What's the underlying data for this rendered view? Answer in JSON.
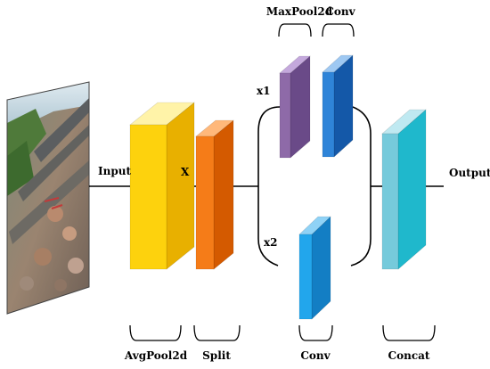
{
  "labels": {
    "input": "Input",
    "x": "X",
    "x1": "x1",
    "x2": "x2",
    "output": "Output"
  },
  "brackets": {
    "maxpool": "MaxPool2d",
    "conv_top": "Conv",
    "avgpool": "AvgPool2d",
    "split": "Split",
    "conv_bottom": "Conv",
    "concat": "Concat"
  },
  "input_image": {
    "subject": "railway-track-photo",
    "colors": {
      "ballast": "#8a7a6c",
      "rail": "#5b5e60",
      "foliage": "#4f7a3a",
      "sky": "#cfe0ea"
    }
  },
  "blocks": {
    "avgpool": {
      "colors": {
        "front": "#fdd20d",
        "side": "#e8b000",
        "top": "#fff3a8"
      }
    },
    "split": {
      "colors": {
        "front": "#f57c18",
        "side": "#d45a00",
        "top": "#ffb87a"
      }
    },
    "maxpool": {
      "colors": {
        "front": "#8e6aa8",
        "side": "#6a4a88",
        "top": "#c4a8dc"
      }
    },
    "conv_top": {
      "colors": {
        "front": "#2f84d8",
        "side": "#1458a8",
        "top": "#9ec8f2"
      }
    },
    "conv_bottom": {
      "colors": {
        "front": "#22a6ec",
        "side": "#137ec4",
        "top": "#8fd2f6"
      }
    },
    "concat": {
      "colors": {
        "front": "#76cadb",
        "side": "#1fb8cc",
        "top": "#bfe9f1"
      }
    }
  }
}
